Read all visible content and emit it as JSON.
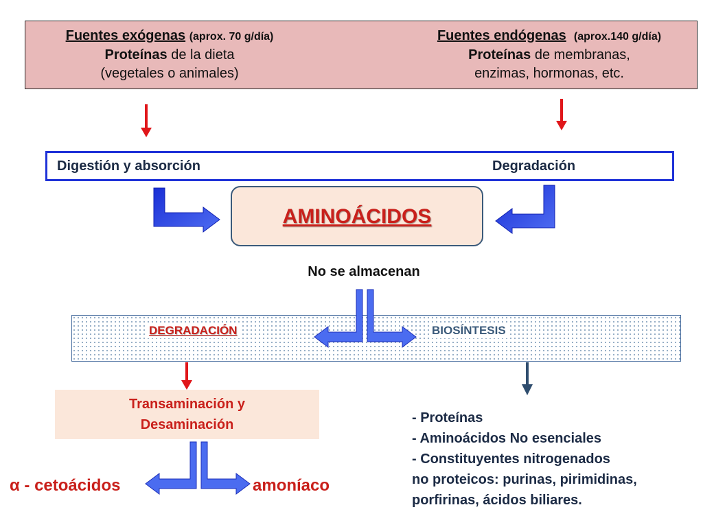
{
  "sources": {
    "exogenous": {
      "title": "Fuentes exógenas",
      "amount": "(aprox. 70 g/día)",
      "line2_bold": "Proteínas",
      "line2_rest": " de la dieta",
      "line3": "(vegetales o animales)"
    },
    "endogenous": {
      "title": "Fuentes endógenas",
      "amount": "(aprox.140 g/día)",
      "line2_bold": "Proteínas",
      "line2_rest": " de membranas,",
      "line3": "enzimas, hormonas, etc."
    }
  },
  "process": {
    "left": "Digestión y absorción",
    "right": "Degradación"
  },
  "center": {
    "title": "AMINOÁCIDOS",
    "note": "No se almacenan"
  },
  "band": {
    "degradation": "DEGRADACIÓN",
    "biosynthesis": "BIOSÍNTESIS"
  },
  "degradation": {
    "line1": "Transaminación y",
    "line2": "Desaminación",
    "product_left": "α - cetoácidos",
    "product_right": "amoníaco"
  },
  "biosynthesis_products": [
    "- Proteínas",
    "- Aminoácidos No esenciales",
    "- Constituyentes nitrogenados",
    "no proteicos: purinas, pirimidinas,",
    "porfirinas, ácidos biliares."
  ],
  "colors": {
    "red": "#e0161a",
    "blue": "#2f4fe8",
    "dark_blue": "#2f4d6e",
    "source_bg": "#e8b9b9",
    "box_bg": "#fbe7da"
  }
}
